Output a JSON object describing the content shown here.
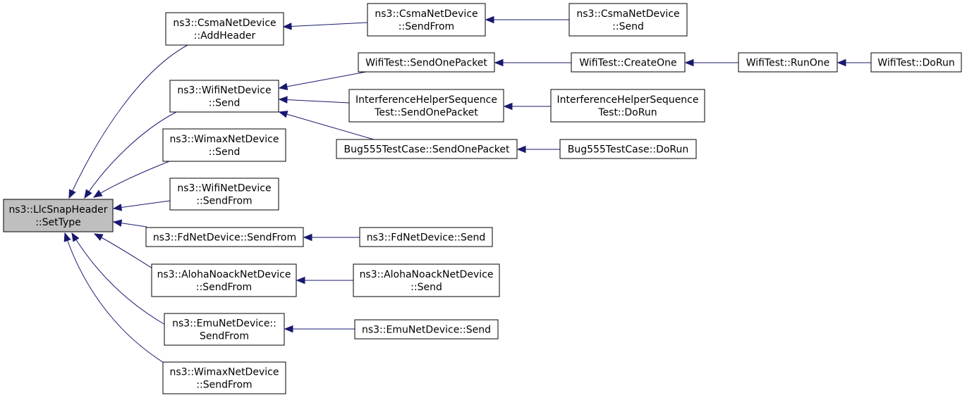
{
  "diagram": {
    "colors": {
      "edge": "#191970",
      "node_border": "#000000",
      "root_fill": "#bfbfbf",
      "node_fill": "#ffffff"
    },
    "nodes": [
      {
        "id": "root",
        "lines": [
          "ns3::LlcSnapHeader",
          "::SetType"
        ]
      },
      {
        "id": "csma-addheader",
        "lines": [
          "ns3::CsmaNetDevice",
          "::AddHeader"
        ]
      },
      {
        "id": "csma-sendfrom",
        "lines": [
          "ns3::CsmaNetDevice",
          "::SendFrom"
        ]
      },
      {
        "id": "csma-send",
        "lines": [
          "ns3::CsmaNetDevice",
          "::Send"
        ]
      },
      {
        "id": "wifi-send",
        "lines": [
          "ns3::WifiNetDevice",
          "::Send"
        ]
      },
      {
        "id": "wifitest-sendonepacket",
        "lines": [
          "WifiTest::SendOnePacket"
        ]
      },
      {
        "id": "wifitest-createone",
        "lines": [
          "WifiTest::CreateOne"
        ]
      },
      {
        "id": "wifitest-runone",
        "lines": [
          "WifiTest::RunOne"
        ]
      },
      {
        "id": "wifitest-dorun",
        "lines": [
          "WifiTest::DoRun"
        ]
      },
      {
        "id": "ihst-sendonepacket",
        "lines": [
          "InterferenceHelperSequence",
          "Test::SendOnePacket"
        ]
      },
      {
        "id": "ihst-dorun",
        "lines": [
          "InterferenceHelperSequence",
          "Test::DoRun"
        ]
      },
      {
        "id": "bug555-sendonepacket",
        "lines": [
          "Bug555TestCase::SendOnePacket"
        ]
      },
      {
        "id": "bug555-dorun",
        "lines": [
          "Bug555TestCase::DoRun"
        ]
      },
      {
        "id": "wimax-send",
        "lines": [
          "ns3::WimaxNetDevice",
          "::Send"
        ]
      },
      {
        "id": "wifi-sendfrom",
        "lines": [
          "ns3::WifiNetDevice",
          "::SendFrom"
        ]
      },
      {
        "id": "fd-sendfrom",
        "lines": [
          "ns3::FdNetDevice::SendFrom"
        ]
      },
      {
        "id": "fd-send",
        "lines": [
          "ns3::FdNetDevice::Send"
        ]
      },
      {
        "id": "aloha-sendfrom",
        "lines": [
          "ns3::AlohaNoackNetDevice",
          "::SendFrom"
        ]
      },
      {
        "id": "aloha-send",
        "lines": [
          "ns3::AlohaNoackNetDevice",
          "::Send"
        ]
      },
      {
        "id": "emu-sendfrom",
        "lines": [
          "ns3::EmuNetDevice::",
          "SendFrom"
        ]
      },
      {
        "id": "emu-send",
        "lines": [
          "ns3::EmuNetDevice::Send"
        ]
      },
      {
        "id": "wimax-sendfrom",
        "lines": [
          "ns3::WimaxNetDevice",
          "::SendFrom"
        ]
      }
    ],
    "edges": [
      {
        "from": "csma-addheader",
        "to": "root"
      },
      {
        "from": "wifi-send",
        "to": "root"
      },
      {
        "from": "wimax-send",
        "to": "root"
      },
      {
        "from": "wifi-sendfrom",
        "to": "root"
      },
      {
        "from": "fd-sendfrom",
        "to": "root"
      },
      {
        "from": "aloha-sendfrom",
        "to": "root"
      },
      {
        "from": "emu-sendfrom",
        "to": "root"
      },
      {
        "from": "wimax-sendfrom",
        "to": "root"
      },
      {
        "from": "csma-sendfrom",
        "to": "csma-addheader"
      },
      {
        "from": "csma-send",
        "to": "csma-sendfrom"
      },
      {
        "from": "wifitest-sendonepacket",
        "to": "wifi-send"
      },
      {
        "from": "ihst-sendonepacket",
        "to": "wifi-send"
      },
      {
        "from": "bug555-sendonepacket",
        "to": "wifi-send"
      },
      {
        "from": "wifitest-createone",
        "to": "wifitest-sendonepacket"
      },
      {
        "from": "wifitest-runone",
        "to": "wifitest-createone"
      },
      {
        "from": "wifitest-dorun",
        "to": "wifitest-runone"
      },
      {
        "from": "ihst-dorun",
        "to": "ihst-sendonepacket"
      },
      {
        "from": "bug555-dorun",
        "to": "bug555-sendonepacket"
      },
      {
        "from": "fd-send",
        "to": "fd-sendfrom"
      },
      {
        "from": "aloha-send",
        "to": "aloha-sendfrom"
      },
      {
        "from": "emu-send",
        "to": "emu-sendfrom"
      }
    ]
  }
}
